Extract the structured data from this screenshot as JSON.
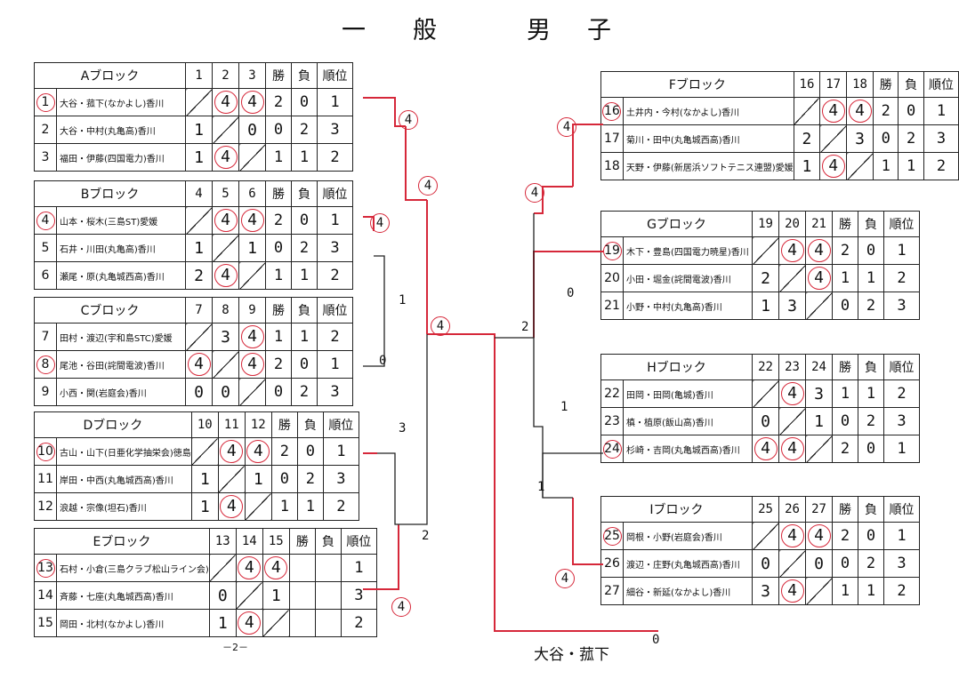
{
  "title": {
    "left": "一",
    "middle": "般",
    "right1": "男",
    "right2": "子"
  },
  "headers": {
    "win": "勝",
    "loss": "負",
    "rank": "順位"
  },
  "blocks": [
    {
      "id": "A",
      "label": "Aブロック",
      "cols": [
        "1",
        "2",
        "3"
      ],
      "rows": [
        {
          "no": "1",
          "circled": true,
          "name": "大谷・菰下(なかよし)香川",
          "scores": [
            "",
            "4",
            "4"
          ],
          "win": "2",
          "loss": "0",
          "rank": "1"
        },
        {
          "no": "2",
          "circled": false,
          "name": "大谷・中村(丸亀高)香川",
          "scores": [
            "1",
            "",
            "0"
          ],
          "win": "0",
          "loss": "2",
          "rank": "3"
        },
        {
          "no": "3",
          "circled": false,
          "name": "福田・伊藤(四国電力)香川",
          "scores": [
            "1",
            "4",
            ""
          ],
          "win": "1",
          "loss": "1",
          "rank": "2"
        }
      ]
    },
    {
      "id": "B",
      "label": "Bブロック",
      "cols": [
        "4",
        "5",
        "6"
      ],
      "rows": [
        {
          "no": "4",
          "circled": true,
          "name": "山本・桜木(三島ST)愛媛",
          "scores": [
            "",
            "4",
            "4"
          ],
          "win": "2",
          "loss": "0",
          "rank": "1"
        },
        {
          "no": "5",
          "circled": false,
          "name": "石井・川田(丸亀高)香川",
          "scores": [
            "1",
            "",
            "1"
          ],
          "win": "0",
          "loss": "2",
          "rank": "3"
        },
        {
          "no": "6",
          "circled": false,
          "name": "瀬尾・原(丸亀城西高)香川",
          "scores": [
            "2",
            "4",
            ""
          ],
          "win": "1",
          "loss": "1",
          "rank": "2"
        }
      ]
    },
    {
      "id": "C",
      "label": "Cブロック",
      "cols": [
        "7",
        "8",
        "9"
      ],
      "rows": [
        {
          "no": "7",
          "circled": false,
          "name": "田村・渡辺(宇和島STC)愛媛",
          "scores": [
            "",
            "3",
            "4"
          ],
          "win": "1",
          "loss": "1",
          "rank": "2"
        },
        {
          "no": "8",
          "circled": true,
          "name": "尾池・谷田(詫間電波)香川",
          "scores": [
            "4",
            "",
            "4"
          ],
          "win": "2",
          "loss": "0",
          "rank": "1"
        },
        {
          "no": "9",
          "circled": false,
          "name": "小西・関(岩庭会)香川",
          "scores": [
            "0",
            "0",
            ""
          ],
          "win": "0",
          "loss": "2",
          "rank": "3"
        }
      ]
    },
    {
      "id": "D",
      "label": "Dブロック",
      "cols": [
        "10",
        "11",
        "12"
      ],
      "rows": [
        {
          "no": "10",
          "circled": true,
          "name": "古山・山下(日亜化学抽栄会)徳島",
          "scores": [
            "",
            "4",
            "4"
          ],
          "win": "2",
          "loss": "0",
          "rank": "1"
        },
        {
          "no": "11",
          "circled": false,
          "name": "岸田・中西(丸亀城西高)香川",
          "scores": [
            "1",
            "",
            "1"
          ],
          "win": "0",
          "loss": "2",
          "rank": "3"
        },
        {
          "no": "12",
          "circled": false,
          "name": "浪越・宗像(坦石)香川",
          "scores": [
            "1",
            "4",
            ""
          ],
          "win": "1",
          "loss": "1",
          "rank": "2"
        }
      ]
    },
    {
      "id": "E",
      "label": "Eブロック",
      "cols": [
        "13",
        "14",
        "15"
      ],
      "rows": [
        {
          "no": "13",
          "circled": true,
          "name": "石村・小倉(三島クラブ松山ライン会)",
          "scores": [
            "",
            "4",
            "4"
          ],
          "win": "",
          "loss": "",
          "rank": "1"
        },
        {
          "no": "14",
          "circled": false,
          "name": "斉藤・七座(丸亀城西高)香川",
          "scores": [
            "0",
            "",
            "1"
          ],
          "win": "",
          "loss": "",
          "rank": "3"
        },
        {
          "no": "15",
          "circled": false,
          "name": "岡田・北村(なかよし)香川",
          "scores": [
            "1",
            "4",
            ""
          ],
          "win": "",
          "loss": "",
          "rank": "2"
        }
      ]
    },
    {
      "id": "F",
      "label": "Fブロック",
      "cols": [
        "16",
        "17",
        "18"
      ],
      "rows": [
        {
          "no": "16",
          "circled": true,
          "name": "土井内・今村(なかよし)香川",
          "scores": [
            "",
            "4",
            "4"
          ],
          "win": "2",
          "loss": "0",
          "rank": "1"
        },
        {
          "no": "17",
          "circled": false,
          "name": "菊川・田中(丸亀城西高)香川",
          "scores": [
            "2",
            "",
            "3"
          ],
          "win": "0",
          "loss": "2",
          "rank": "3"
        },
        {
          "no": "18",
          "circled": false,
          "name": "天野・伊藤(新居浜ソフトテニス連盟)愛媛",
          "scores": [
            "1",
            "4",
            ""
          ],
          "win": "1",
          "loss": "1",
          "rank": "2"
        }
      ]
    },
    {
      "id": "G",
      "label": "Gブロック",
      "cols": [
        "19",
        "20",
        "21"
      ],
      "rows": [
        {
          "no": "19",
          "circled": true,
          "name": "木下・豊島(四国電力暁星)香川",
          "scores": [
            "",
            "4",
            "4"
          ],
          "win": "2",
          "loss": "0",
          "rank": "1"
        },
        {
          "no": "20",
          "circled": false,
          "name": "小田・堀金(詫間電波)香川",
          "scores": [
            "2",
            "",
            "4"
          ],
          "win": "1",
          "loss": "1",
          "rank": "2"
        },
        {
          "no": "21",
          "circled": false,
          "name": "小野・中村(丸亀高)香川",
          "scores": [
            "1",
            "3",
            ""
          ],
          "win": "0",
          "loss": "2",
          "rank": "3"
        }
      ]
    },
    {
      "id": "H",
      "label": "Hブロック",
      "cols": [
        "22",
        "23",
        "24"
      ],
      "rows": [
        {
          "no": "22",
          "circled": false,
          "name": "田岡・田岡(亀城)香川",
          "scores": [
            "",
            "4",
            "3"
          ],
          "win": "1",
          "loss": "1",
          "rank": "2"
        },
        {
          "no": "23",
          "circled": false,
          "name": "槙・植原(飯山高)香川",
          "scores": [
            "0",
            "",
            "1"
          ],
          "win": "0",
          "loss": "2",
          "rank": "3"
        },
        {
          "no": "24",
          "circled": true,
          "name": "杉崎・吉岡(丸亀城西高)香川",
          "scores": [
            "4",
            "4",
            ""
          ],
          "win": "2",
          "loss": "0",
          "rank": "1"
        }
      ]
    },
    {
      "id": "I",
      "label": "Iブロック",
      "cols": [
        "25",
        "26",
        "27"
      ],
      "rows": [
        {
          "no": "25",
          "circled": true,
          "name": "岡根・小野(岩庭会)香川",
          "scores": [
            "",
            "4",
            "4"
          ],
          "win": "2",
          "loss": "0",
          "rank": "1"
        },
        {
          "no": "26",
          "circled": false,
          "name": "渡辺・庄野(丸亀城西高)香川",
          "scores": [
            "0",
            "",
            "0"
          ],
          "win": "0",
          "loss": "2",
          "rank": "3"
        },
        {
          "no": "27",
          "circled": false,
          "name": "細谷・新延(なかよし)香川",
          "scores": [
            "3",
            "4",
            ""
          ],
          "win": "1",
          "loss": "1",
          "rank": "2"
        }
      ]
    }
  ],
  "bracket_scores": {
    "ab_win": "4",
    "ab_up": "4",
    "bc_top": "4",
    "bc_mid": "1",
    "c_bottom": "0",
    "de_top": "3",
    "de_bottom": "2",
    "e_win": "4",
    "left_final": "4",
    "final_mid": "2",
    "fg_top": "4",
    "fg_win": "4",
    "g_bottom": "0",
    "hi_top": "1",
    "hi_bottom": "1",
    "i_win": "4",
    "final_bottom": "0"
  },
  "page_number": "－2－",
  "champion": "大谷・菰下"
}
